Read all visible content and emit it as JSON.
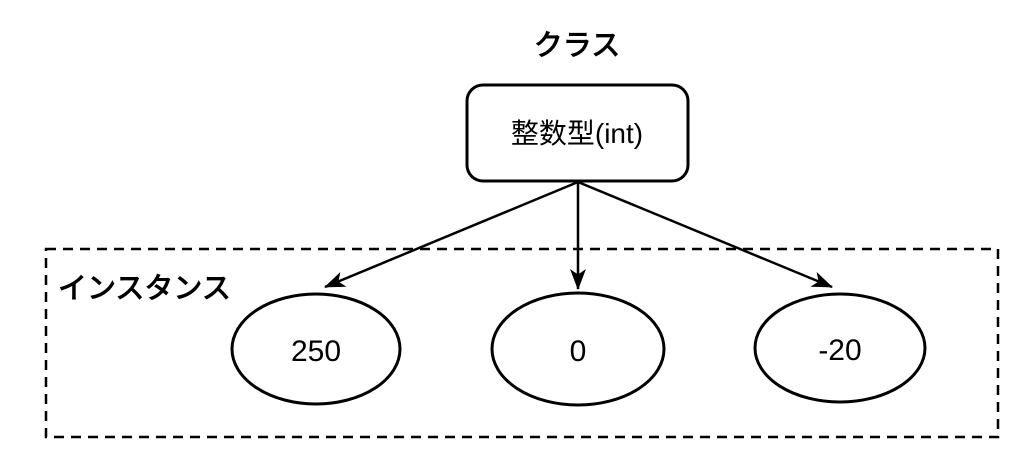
{
  "diagram": {
    "class_section": {
      "label": "クラス",
      "node_label": "整数型(int)"
    },
    "instance_section": {
      "label": "インスタンス",
      "instances": [
        "250",
        "0",
        "-20"
      ]
    },
    "edges": [
      {
        "from": "整数型(int)",
        "to": "250"
      },
      {
        "from": "整数型(int)",
        "to": "0"
      },
      {
        "from": "整数型(int)",
        "to": "-20"
      }
    ],
    "colors": {
      "stroke": "#000000",
      "text": "#000000",
      "background": "#ffffff"
    }
  }
}
